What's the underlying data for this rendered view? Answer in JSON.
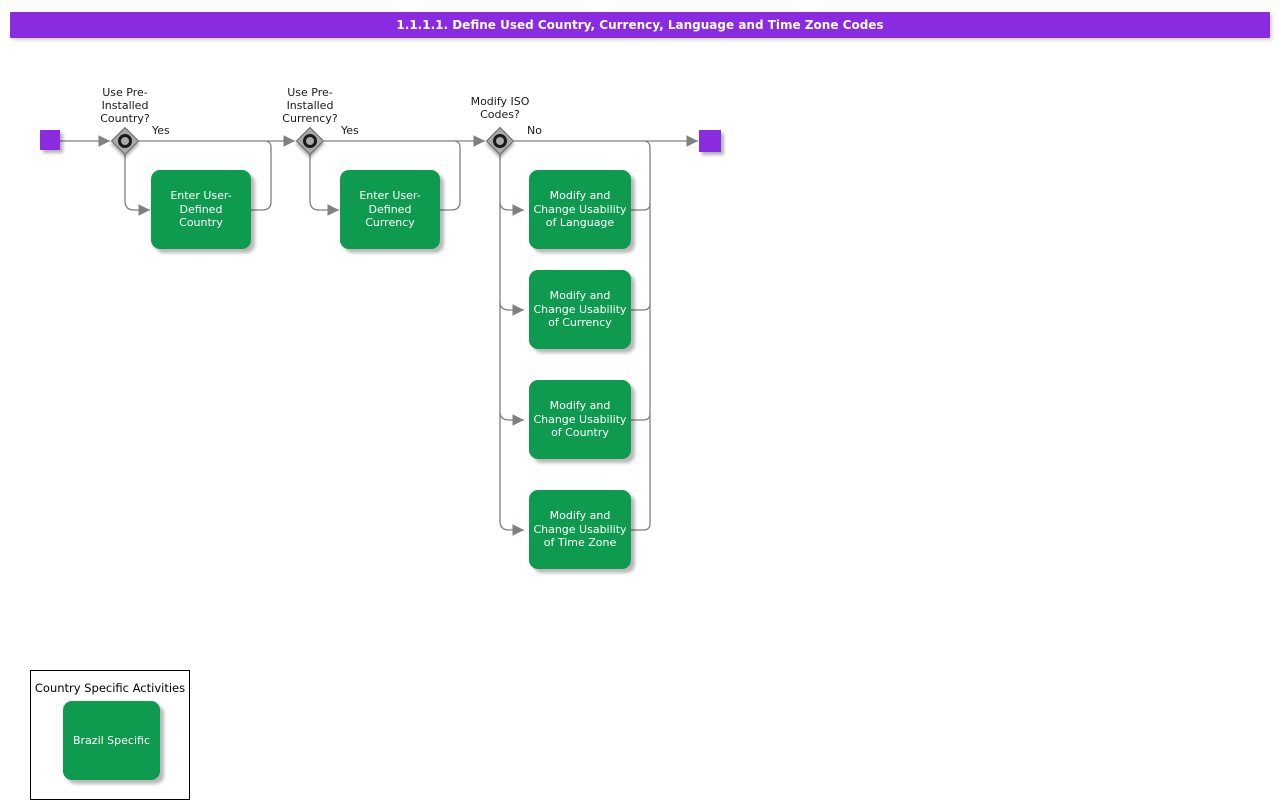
{
  "title_bar": {
    "text": "1.1.1.1. Define Used Country, Currency, Language and Time Zone Codes"
  },
  "flow": {
    "decisions": [
      {
        "question": "Use Pre-\nInstalled\nCountry?",
        "branch": "Yes"
      },
      {
        "question": "Use Pre-\nInstalled\nCurrency?",
        "branch": "Yes"
      },
      {
        "question": "Modify ISO\nCodes?",
        "branch": "No"
      }
    ],
    "activities": [
      {
        "label": "Enter User-\nDefined\nCountry"
      },
      {
        "label": "Enter User-\nDefined\nCurrency"
      },
      {
        "label": "Modify and\nChange Usability\nof Language"
      },
      {
        "label": "Modify and\nChange Usability\nof Currency"
      },
      {
        "label": "Modify and\nChange Usability\nof Country"
      },
      {
        "label": "Modify and\nChange Usability\nof Time Zone"
      }
    ]
  },
  "legend": {
    "title": "Country Specific Activities",
    "activities": [
      {
        "label": "Brazil Specific"
      }
    ]
  },
  "colors": {
    "accent_purple": "#8a2be2",
    "activity_green": "#0f9b4f",
    "connector_gray": "#808080",
    "diamond_gray": "#a9a9a9"
  }
}
